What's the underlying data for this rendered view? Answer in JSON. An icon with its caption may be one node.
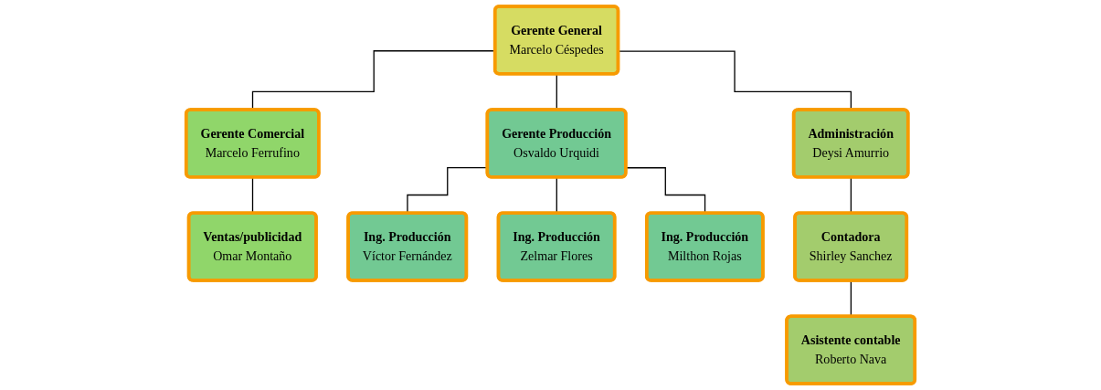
{
  "diagram": {
    "nodes": [
      {
        "text": [
          "Gerente General",
          "Marcelo Céspedes"
        ]
      },
      {
        "text": [
          "Gerente Comercial",
          "Marcelo Ferrufino"
        ]
      },
      {
        "text": [
          "Gerente Producción",
          "Osvaldo Urquidi"
        ]
      },
      {
        "text": [
          "Administración",
          "Deysi Amurrio"
        ]
      },
      {
        "text": [
          "Ventas/publicidad",
          "Omar Montaño"
        ]
      },
      {
        "text": [
          "Ing. Producción",
          "Víctor Fernández"
        ]
      },
      {
        "text": [
          "Ing. Producción",
          "Zelmar Flores"
        ]
      },
      {
        "text": [
          "Ing. Producción",
          "Milthon Rojas"
        ]
      },
      {
        "text": [
          "Contadora",
          "Shirley Sanchez"
        ]
      },
      {
        "text": [
          "Asistente contable",
          "Roberto Nava"
        ]
      }
    ],
    "edges": [
      {
        "from": 0,
        "to": 1,
        "arrow": "none"
      },
      {
        "from": 0,
        "to": 2,
        "arrow": "none"
      },
      {
        "from": 0,
        "to": 3,
        "arrow": "none"
      },
      {
        "from": 1,
        "to": 4,
        "arrow": "none"
      },
      {
        "from": 2,
        "to": 5,
        "arrow": "none"
      },
      {
        "from": 2,
        "to": 6,
        "arrow": "none"
      },
      {
        "from": 2,
        "to": 7,
        "arrow": "none"
      },
      {
        "from": 3,
        "to": 8,
        "arrow": "none"
      },
      {
        "from": 8,
        "to": 9,
        "arrow": "none"
      }
    ]
  }
}
